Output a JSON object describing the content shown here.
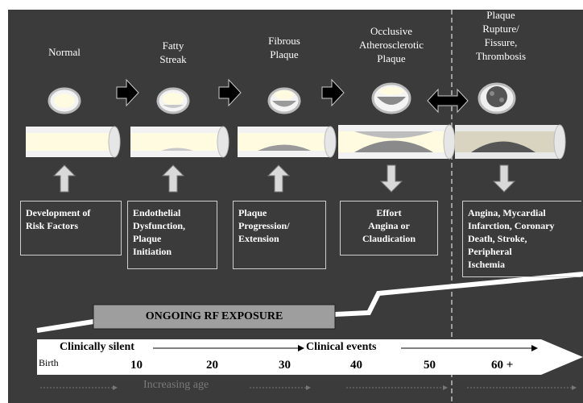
{
  "stages": [
    {
      "title": "Normal"
    },
    {
      "title": "Fatty\nStreak"
    },
    {
      "title": "Fibrous\nPlaque"
    },
    {
      "title": "Occlusive\nAtherosclerotic\nPlaque"
    },
    {
      "title": "Plaque\nRupture/\nFissure,\nThrombosis"
    }
  ],
  "boxes": [
    {
      "text": "Development of\nRisk Factors"
    },
    {
      "text": "Endothelial\nDysfunction,\nPlaque\nInitiation"
    },
    {
      "text": "Plaque\nProgression/\nExtension"
    },
    {
      "text": "Effort\nAngina or\nClaudication"
    },
    {
      "text": "Angina, Mycardial\nInfarction, Coronary\nDeath, Stroke,\nPeripheral\nIschemia"
    }
  ],
  "exposure_label": "ONGOING RF EXPOSURE",
  "timeline": {
    "silent_label": "Clinically silent",
    "events_label": "Clinical events",
    "ticks": [
      "Birth",
      "10",
      "20",
      "30",
      "40",
      "50",
      "60 +"
    ]
  },
  "age_label": "Increasing age"
}
